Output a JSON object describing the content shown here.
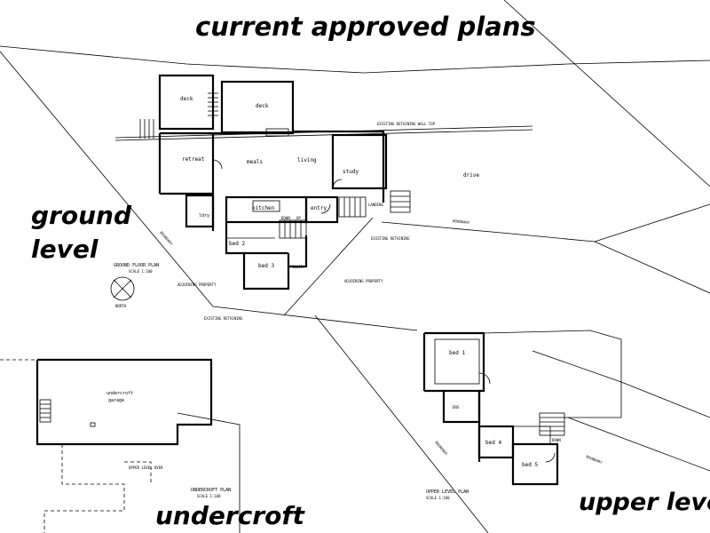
{
  "headings": {
    "title": "current approved plans",
    "ground_line1": "ground",
    "ground_line2": "level",
    "undercroft": "undercroft",
    "upper": "upper level"
  },
  "ground_plan": {
    "rooms": {
      "deck_left": "deck",
      "deck_right": "deck",
      "retreat": "retreat",
      "meals": "meals",
      "living": "living",
      "study": "study",
      "kitchen": "kitchen",
      "entry": "entry",
      "ldry": "ldry",
      "bed2": "bed 2",
      "bed3": "bed 3",
      "bath": "bath"
    },
    "labels": {
      "drive": "drive",
      "boundary_left": "BOUNDARY",
      "boundary_right": "BOUNDARY",
      "existing_wall_top": "EXISTING RETAINING WALL TOP",
      "existing_retaining_lower": "EXISTING RETAINING",
      "existing_retaining_right": "EXISTING RETAINING",
      "adjoining_a": "ADJOINING PROPERTY",
      "adjoining_b": "ADJOINING PROPERTY",
      "down": "DOWN",
      "up": "UP",
      "landing": "LANDING",
      "plan_title": "GROUND FLOOR PLAN",
      "scale": "SCALE 1:100",
      "north": "NORTH"
    }
  },
  "undercroft_plan": {
    "room": "undercroft",
    "room2": "garage",
    "upper_level_over": "UPPER LEVEL OVER",
    "plan_title": "UNDERCROFT PLAN",
    "scale": "SCALE 1:100"
  },
  "upper_plan": {
    "rooms": {
      "bed1": "bed 1",
      "bed4": "bed 4",
      "bed5": "bed 5",
      "ens": "ENS",
      "down": "DOWN"
    },
    "labels": {
      "boundary_left": "BOUNDARY",
      "boundary_right": "BOUNDARY",
      "plan_title": "UPPER LEVEL PLAN",
      "scale": "SCALE 1:100"
    }
  }
}
